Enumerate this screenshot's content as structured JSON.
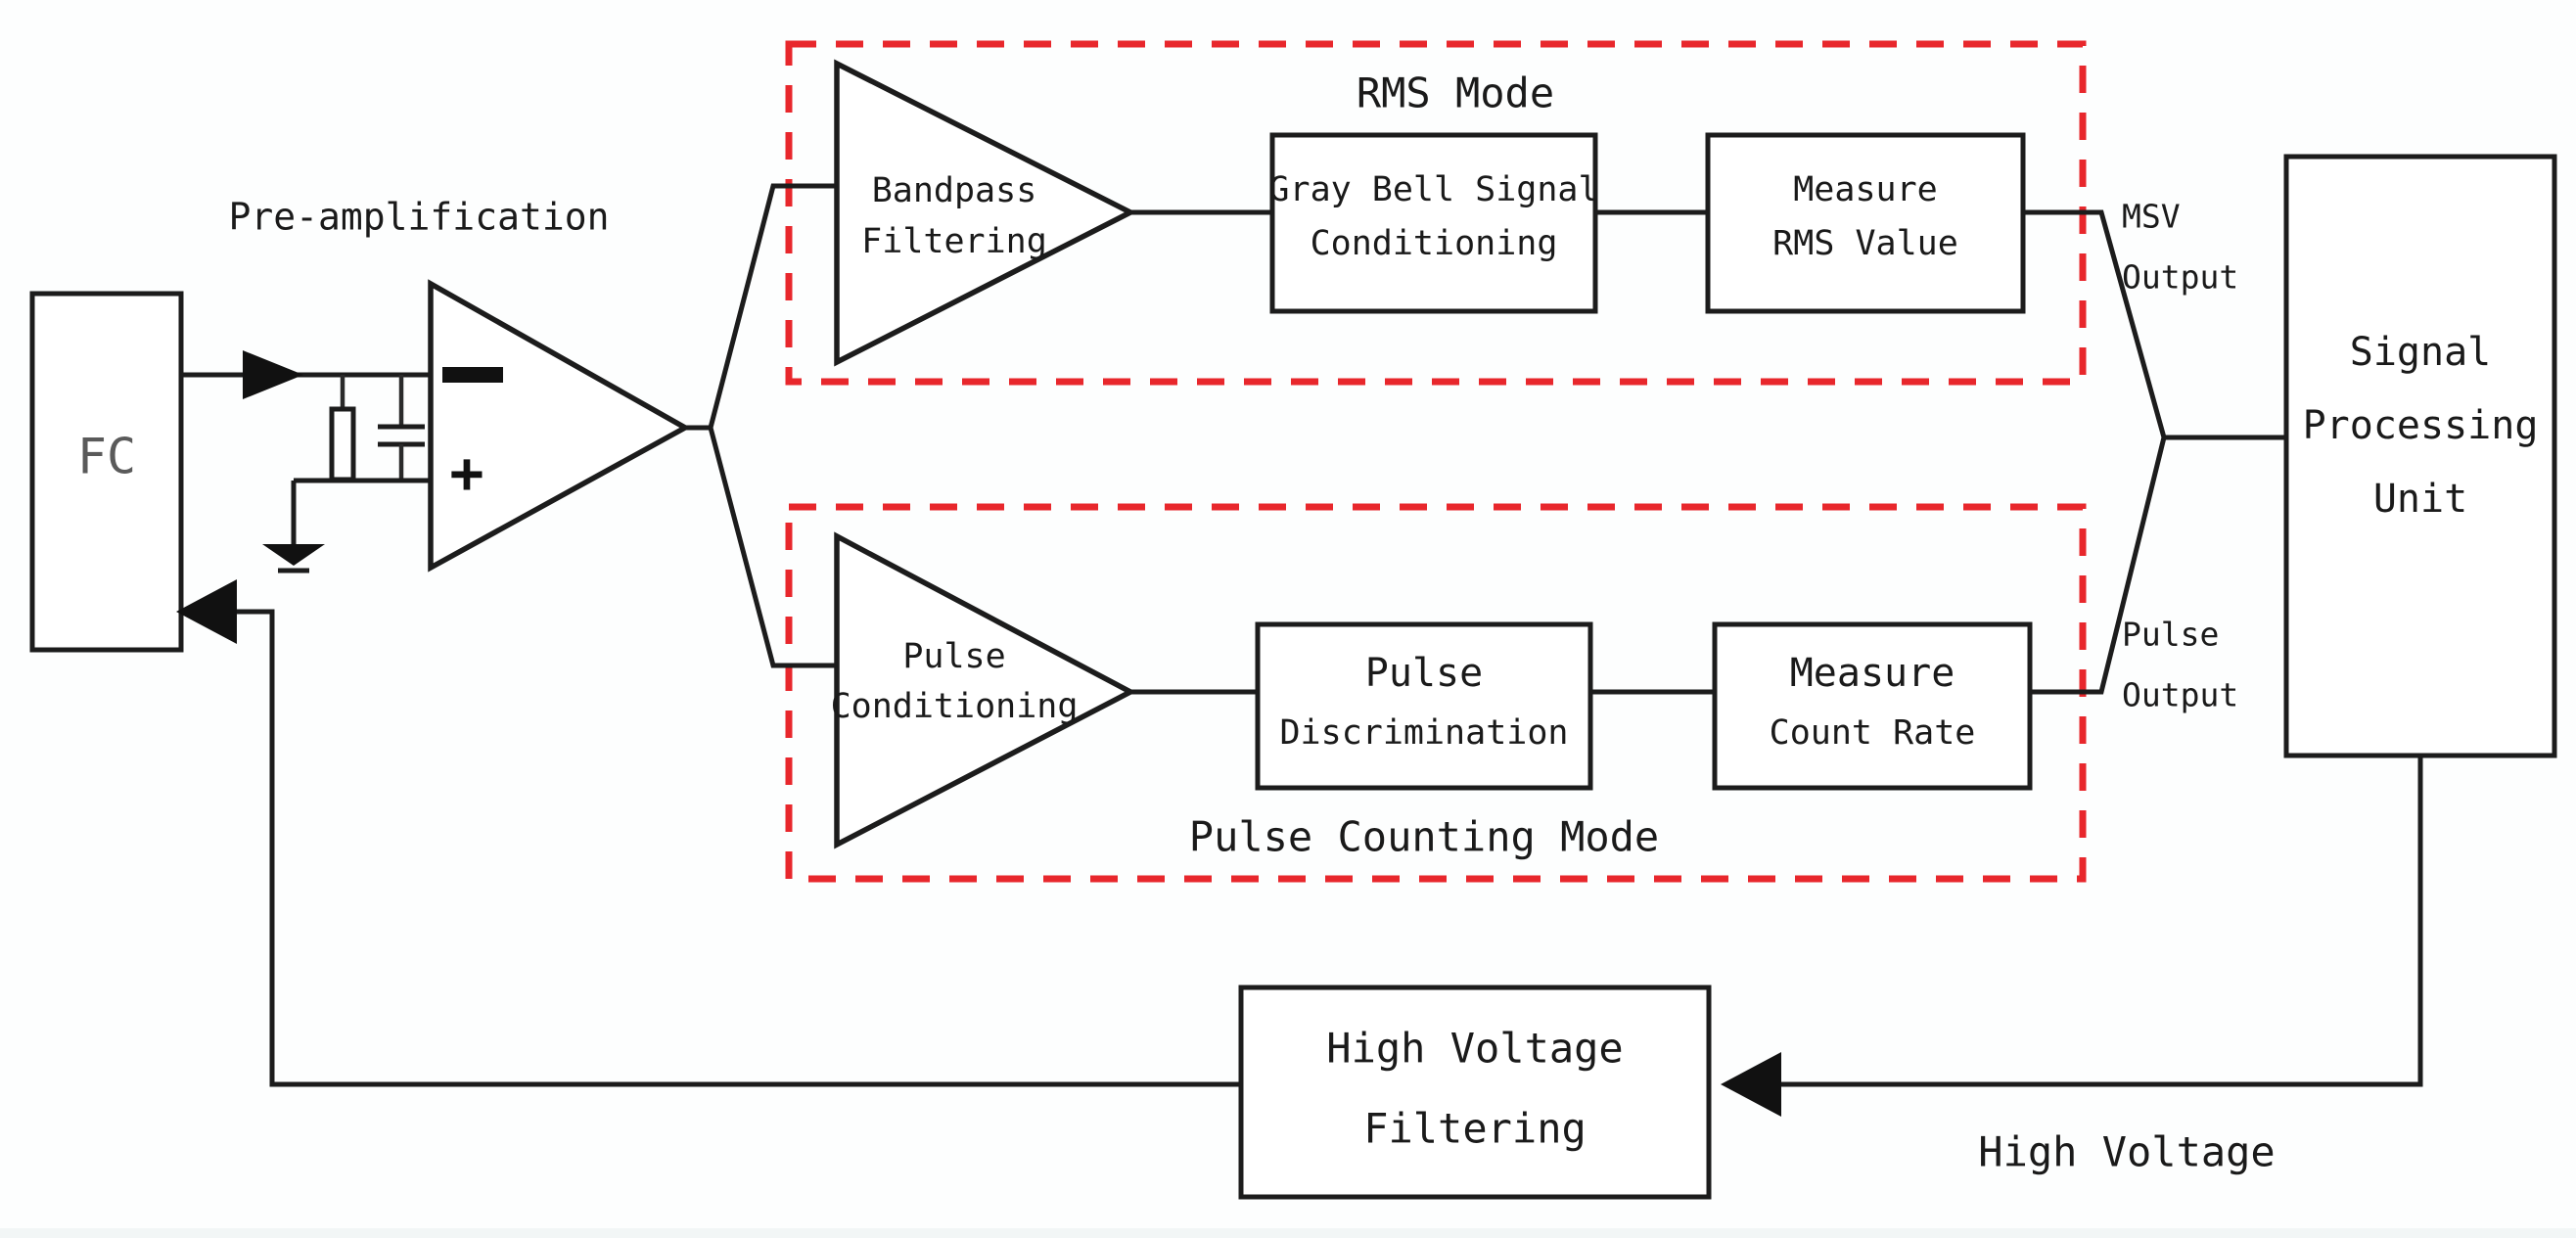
{
  "diagram": {
    "title": "Radiation Detection Signal Chain Block Diagram",
    "colors": {
      "mode_box_outline": "#e8272c",
      "wire": "#1c1c1c",
      "background": "#fdfefe"
    },
    "source": {
      "label": "FC"
    },
    "preamp": {
      "caption": "Pre-amplification",
      "minus_sign": "—",
      "plus_sign": "+"
    },
    "rms_mode": {
      "section_label": "RMS Mode",
      "stage1_line1": "Bandpass",
      "stage1_line2": "Filtering",
      "stage2_line1": "Gray Bell Signal",
      "stage2_line2": "Conditioning",
      "stage3_line1": "Measure",
      "stage3_line2": "RMS Value",
      "output_line1": "MSV",
      "output_line2": "Output"
    },
    "pulse_mode": {
      "section_label": "Pulse Counting Mode",
      "stage1_line1": "Pulse",
      "stage1_line2": "Conditioning",
      "stage2_line1": "Pulse",
      "stage2_line2": "Discrimination",
      "stage3_line1": "Measure",
      "stage3_line2": "Count Rate",
      "output_line1": "Pulse",
      "output_line2": "Output"
    },
    "processing_unit": {
      "line1": "Signal",
      "line2": "Processing",
      "line3": "Unit"
    },
    "hv": {
      "filter_line1": "High Voltage",
      "filter_line2": "Filtering",
      "bus_label": "High Voltage"
    }
  }
}
